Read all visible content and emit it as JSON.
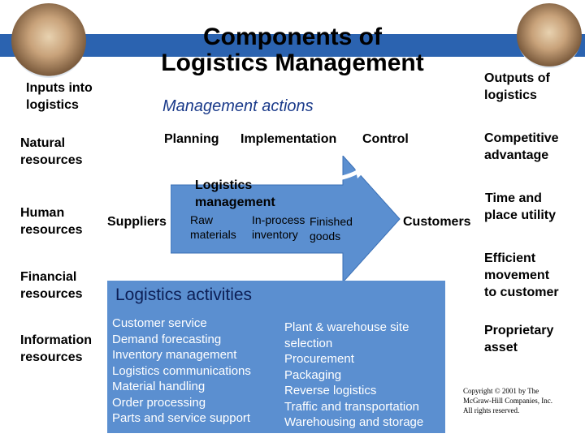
{
  "title": {
    "line1": "Components of",
    "line2": "Logistics Management"
  },
  "inputs": {
    "heading": "Inputs into logistics",
    "items": [
      {
        "line1": "Natural",
        "line2": "resources"
      },
      {
        "line1": "Human",
        "line2": "resources"
      },
      {
        "line1": "Financial",
        "line2": "resources"
      },
      {
        "line1": "Information",
        "line2": "resources"
      }
    ]
  },
  "management": {
    "heading": "Management actions",
    "actions": [
      "Planning",
      "Implementation",
      "Control"
    ]
  },
  "center": {
    "suppliers": "Suppliers",
    "customers": "Customers",
    "logistics_management": {
      "line1": "Logistics",
      "line2": "management"
    },
    "flow": {
      "raw": {
        "line1": "Raw",
        "line2": "materials"
      },
      "inprocess": {
        "line1": "In-process",
        "line2": "inventory"
      },
      "finished": {
        "line1": "Finished",
        "line2": "goods"
      }
    }
  },
  "activities": {
    "heading": "Logistics activities",
    "left": [
      "Customer service",
      "Demand forecasting",
      "Inventory management",
      "Logistics communications",
      "Material handling",
      "Order processing",
      "Parts and service support"
    ],
    "right": [
      "Plant & warehouse site",
      "selection",
      "Procurement",
      "Packaging",
      "Reverse logistics",
      "Traffic and transportation",
      "Warehousing and storage"
    ]
  },
  "outputs": {
    "heading": {
      "line1": "Outputs of",
      "line2": "logistics"
    },
    "items": [
      {
        "line1": "Competitive",
        "line2": "advantage"
      },
      {
        "line1": "Time and",
        "line2": "place utility"
      },
      {
        "line1": "Efficient",
        "line2": "movement",
        "line3": "to customer"
      },
      {
        "line1": "Proprietary",
        "line2": "asset"
      }
    ]
  },
  "copyright": {
    "line1": "Copyright © 2001 by The",
    "line2": "McGraw-Hill Companies, Inc.",
    "line3": "All rights reserved."
  },
  "colors": {
    "topbar": "#2b63b0",
    "panel": "#1e5aa6",
    "activities": "#5b8fd0",
    "arrow": "#5b8fd0"
  }
}
